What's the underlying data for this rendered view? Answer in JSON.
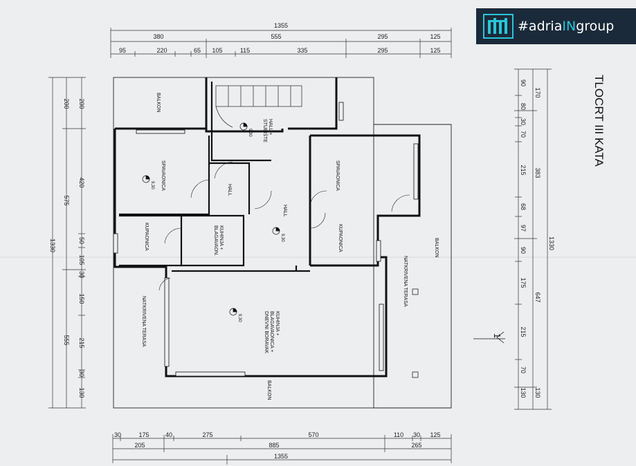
{
  "brand": {
    "prefix": "#adria",
    "accent": "IN",
    "suffix": "group",
    "accent_color": "#29c6d9",
    "bg_color": "#1b2a3a"
  },
  "plan": {
    "title": "TLOCRT III KATA",
    "north_label": "1",
    "level": "9,30",
    "top_dims": {
      "overall": "1355",
      "row2": [
        "380",
        "555",
        "295",
        "125"
      ],
      "row3": [
        "95",
        "220",
        "65",
        "105",
        "115",
        "335",
        "295",
        "125"
      ]
    },
    "bottom_dims": {
      "row1": [
        "30",
        "175",
        "40",
        "275",
        "570",
        "110",
        "30",
        "125"
      ],
      "row2": [
        "205",
        "885",
        "265"
      ],
      "overall": "1355"
    },
    "left_dims": {
      "row1": [
        "200",
        "420",
        "50",
        "105",
        "30",
        "150",
        "215",
        "30",
        "130"
      ],
      "row2": [
        "200",
        "575",
        "555"
      ],
      "overall": "1330"
    },
    "right_dims": {
      "row1": [
        "90",
        "80",
        "30",
        "70",
        "215",
        "68",
        "97",
        "90",
        "175",
        "215",
        "70",
        "130"
      ],
      "row2": [
        "170",
        "383",
        "647",
        "130"
      ],
      "overall": "1330"
    },
    "rooms": {
      "balkon_top": "BALKON",
      "hall_stubiste": [
        "HALL +",
        "STUBIŠTE"
      ],
      "spavaonica_left": "SPAVAONICA",
      "hall_small": "HALL",
      "spavaonica_right": "SPAVAONICA",
      "kupaonica_left": "KUPAONICA",
      "kuhinja_small": [
        "KUHINJA +",
        "BLAGAVAON."
      ],
      "hall_center": "HALL",
      "kupaonica_right": "KUPAONICA",
      "balkon_right": "BALKON",
      "terasa_right": "NATKRIVENA TERASA",
      "terasa_left": "NATKRIVENA TERASA",
      "living": [
        "KUHINJA +",
        "BLAGAVAONICA +",
        "DNEVNI BORAVAK"
      ],
      "balkon_bottom": "BALKON"
    }
  }
}
